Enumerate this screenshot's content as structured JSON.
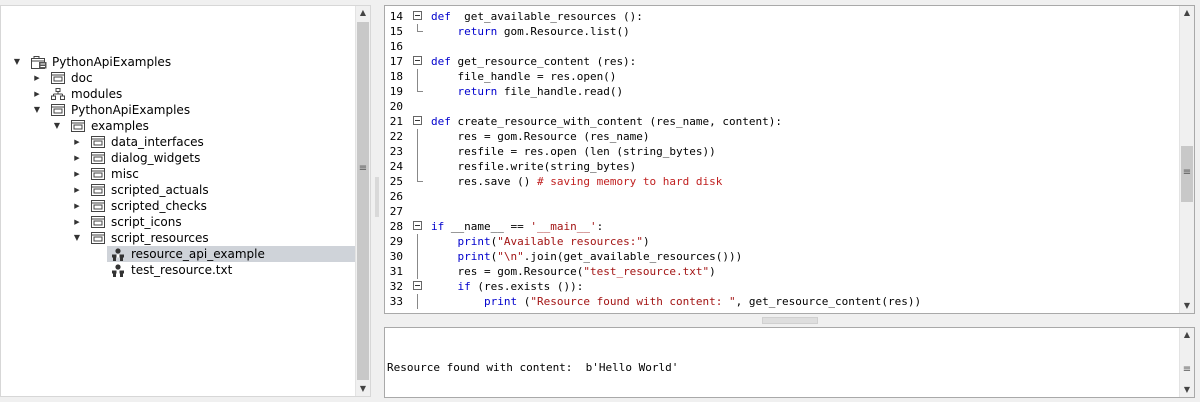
{
  "tree": {
    "items": [
      {
        "label": "PythonApiExamples",
        "depth": 0,
        "expanded": true,
        "has_children": true,
        "icon": "script-database-icon"
      },
      {
        "label": "doc",
        "depth": 1,
        "expanded": false,
        "has_children": true,
        "icon": "folder-icon"
      },
      {
        "label": "modules",
        "depth": 1,
        "expanded": false,
        "has_children": true,
        "icon": "modules-icon"
      },
      {
        "label": "PythonApiExamples",
        "depth": 1,
        "expanded": true,
        "has_children": true,
        "icon": "folder-icon"
      },
      {
        "label": "examples",
        "depth": 2,
        "expanded": true,
        "has_children": true,
        "icon": "folder-icon"
      },
      {
        "label": "data_interfaces",
        "depth": 3,
        "expanded": false,
        "has_children": true,
        "icon": "folder-icon"
      },
      {
        "label": "dialog_widgets",
        "depth": 3,
        "expanded": false,
        "has_children": true,
        "icon": "folder-icon"
      },
      {
        "label": "misc",
        "depth": 3,
        "expanded": false,
        "has_children": true,
        "icon": "folder-icon"
      },
      {
        "label": "scripted_actuals",
        "depth": 3,
        "expanded": false,
        "has_children": true,
        "icon": "folder-icon"
      },
      {
        "label": "scripted_checks",
        "depth": 3,
        "expanded": false,
        "has_children": true,
        "icon": "folder-icon"
      },
      {
        "label": "script_icons",
        "depth": 3,
        "expanded": false,
        "has_children": true,
        "icon": "folder-icon"
      },
      {
        "label": "script_resources",
        "depth": 3,
        "expanded": true,
        "has_children": true,
        "icon": "folder-icon"
      },
      {
        "label": "resource_api_example",
        "depth": 4,
        "expanded": false,
        "has_children": false,
        "icon": "script-person-icon",
        "selected": true
      },
      {
        "label": "test_resource.txt",
        "depth": 4,
        "expanded": false,
        "has_children": false,
        "icon": "script-person-icon"
      }
    ]
  },
  "editor": {
    "lines": [
      {
        "n": "14",
        "fold": "start",
        "t": [
          [
            "kw",
            "def"
          ],
          [
            "",
            "  get_available_resources ():"
          ]
        ]
      },
      {
        "n": "15",
        "fold": "end",
        "t": [
          [
            "",
            "    "
          ],
          [
            "kw",
            "return"
          ],
          [
            "",
            " gom.Resource.list()"
          ]
        ]
      },
      {
        "n": "16",
        "fold": "",
        "t": []
      },
      {
        "n": "17",
        "fold": "start",
        "t": [
          [
            "kw",
            "def"
          ],
          [
            "",
            " get_resource_content (res):"
          ]
        ]
      },
      {
        "n": "18",
        "fold": "mid",
        "t": [
          [
            "",
            "    file_handle = res.open()"
          ]
        ]
      },
      {
        "n": "19",
        "fold": "end",
        "t": [
          [
            "",
            "    "
          ],
          [
            "kw",
            "return"
          ],
          [
            "",
            " file_handle.read()"
          ]
        ]
      },
      {
        "n": "20",
        "fold": "",
        "t": []
      },
      {
        "n": "21",
        "fold": "start",
        "t": [
          [
            "kw",
            "def"
          ],
          [
            "",
            " create_resource_with_content (res_name, content):"
          ]
        ]
      },
      {
        "n": "22",
        "fold": "mid",
        "t": [
          [
            "",
            "    res = gom.Resource (res_name)"
          ]
        ]
      },
      {
        "n": "23",
        "fold": "mid",
        "t": [
          [
            "",
            "    resfile = res.open (len (string_bytes))"
          ]
        ]
      },
      {
        "n": "24",
        "fold": "mid",
        "t": [
          [
            "",
            "    resfile.write(string_bytes)"
          ]
        ]
      },
      {
        "n": "25",
        "fold": "end",
        "t": [
          [
            "",
            "    res.save () "
          ],
          [
            "cmt",
            "# saving memory to hard disk"
          ]
        ]
      },
      {
        "n": "26",
        "fold": "",
        "t": []
      },
      {
        "n": "27",
        "fold": "",
        "t": []
      },
      {
        "n": "28",
        "fold": "start",
        "t": [
          [
            "kw",
            "if"
          ],
          [
            "",
            " __name__ == "
          ],
          [
            "str",
            "'__main__'"
          ],
          [
            "",
            ":"
          ]
        ]
      },
      {
        "n": "29",
        "fold": "mid",
        "t": [
          [
            "",
            "    "
          ],
          [
            "kw",
            "print"
          ],
          [
            "",
            "("
          ],
          [
            "str",
            "\"Available resources:\""
          ],
          [
            "",
            ")"
          ]
        ]
      },
      {
        "n": "30",
        "fold": "mid",
        "t": [
          [
            "",
            "    "
          ],
          [
            "kw",
            "print"
          ],
          [
            "",
            "("
          ],
          [
            "str",
            "\"\\n\""
          ],
          [
            "",
            ".join(get_available_resources()))"
          ]
        ]
      },
      {
        "n": "31",
        "fold": "mid",
        "t": [
          [
            "",
            "    res = gom.Resource("
          ],
          [
            "str",
            "\"test_resource.txt\""
          ],
          [
            "",
            ")"
          ]
        ]
      },
      {
        "n": "32",
        "fold": "start2",
        "t": [
          [
            "",
            "    "
          ],
          [
            "kw",
            "if"
          ],
          [
            "",
            " (res.exists ()):"
          ]
        ]
      },
      {
        "n": "33",
        "fold": "mid",
        "t": [
          [
            "",
            "        "
          ],
          [
            "kw",
            "print"
          ],
          [
            "",
            " ("
          ],
          [
            "str",
            "\"Resource found with content: \""
          ],
          [
            "",
            ", get_resource_content(res))"
          ]
        ]
      }
    ]
  },
  "output": {
    "text": "Resource found with content:  b'Hello World'"
  },
  "colors": {
    "keyword": "#0000cc",
    "string": "#a31515",
    "comment": "#c02020",
    "selection": "#cfd3d9"
  }
}
